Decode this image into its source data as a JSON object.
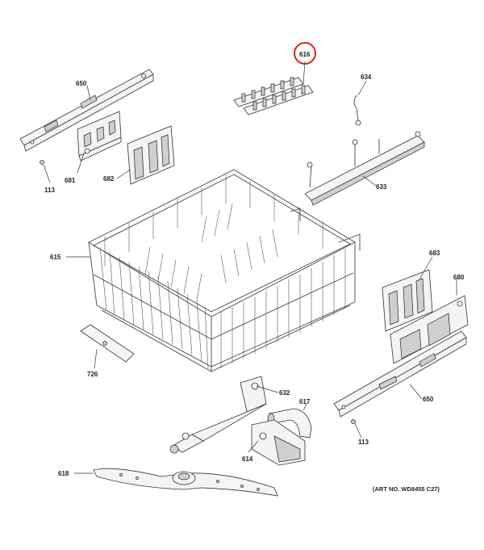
{
  "parts": {
    "p650a": "650",
    "p616": "616",
    "p634": "634",
    "p681": "681",
    "p113a": "113",
    "p682": "682",
    "p633": "633",
    "p615": "615",
    "p683": "683",
    "p680": "680",
    "p726": "726",
    "p632": "632",
    "p617": "617",
    "p650b": "650",
    "p113b": "113",
    "p614": "614",
    "p618": "618"
  },
  "art_number": "(ART NO. WD8455 C27)",
  "highlight_color": "#d9241c"
}
